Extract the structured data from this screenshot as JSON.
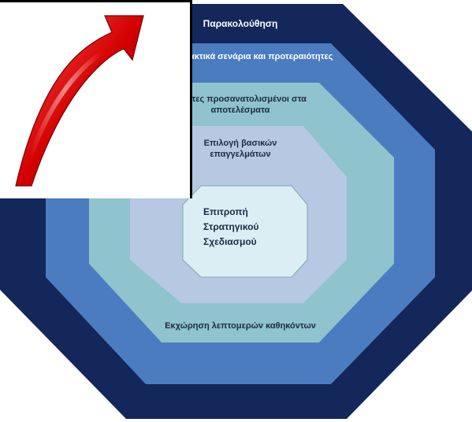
{
  "diagram": {
    "rings": {
      "outer_label": "Παρακολούθηση",
      "ring2_label": "Εναλλακτικά σενάρια και προτεραιότητες",
      "ring3_label": "Δείκτες προσανατολισμένοι στα αποτελέσματα",
      "ring4_label": "Επιλογή βασικών επαγγελμάτων",
      "bottom_label": "Εκχώρηση λεπτομερών καθηκόντων",
      "center_lines": [
        "Επιτροπή",
        "Στρατηγικού",
        "Σχεδιασμού"
      ]
    },
    "colors": {
      "ring1": "#14275a",
      "ring2": "#4b7cc0",
      "ring3": "#8fc3cd",
      "ring4": "#b7c8e2",
      "center": "#dbeef3"
    },
    "overlay": {
      "type": "image",
      "icon": "curved-red-arrow-icon"
    }
  }
}
